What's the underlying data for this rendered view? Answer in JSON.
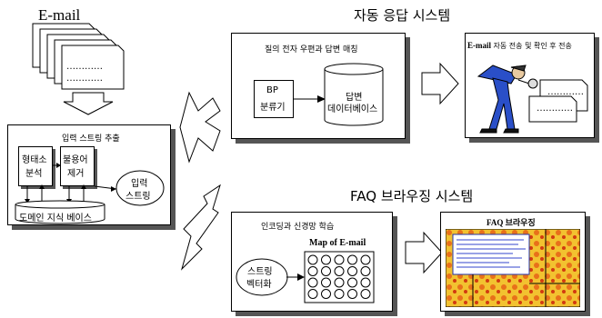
{
  "input": {
    "email_label": "E-mail",
    "doc_dots": "…………",
    "section_title": "입력 스트링 추출",
    "morph_label_1": "형태소",
    "morph_label_2": "분석",
    "stopword_label_1": "불용어",
    "stopword_label_2": "제거",
    "input_string_1": "입력",
    "input_string_2": "스트링",
    "domain_kb": "도메인 지식 베이스"
  },
  "auto_reply": {
    "system_title": "자동 응답 시스템",
    "panel_title": "질의 전자 우편과 답변 매칭",
    "bp_1": "BP",
    "bp_2": "분류기",
    "db_1": "답변",
    "db_2": "데이터베이스",
    "result_title_bold": "E-mail",
    "result_title_rest": " 자동 전송 및 확인 후 전송",
    "result_dots": "…………"
  },
  "faq": {
    "system_title": "FAQ 브라우징 시스템",
    "panel_title": "인코딩과 신경망 학습",
    "map_title": "Map of E-mail",
    "vector_1": "스트링",
    "vector_2": "벡터화",
    "browse_title": "FAQ 브라우징"
  }
}
